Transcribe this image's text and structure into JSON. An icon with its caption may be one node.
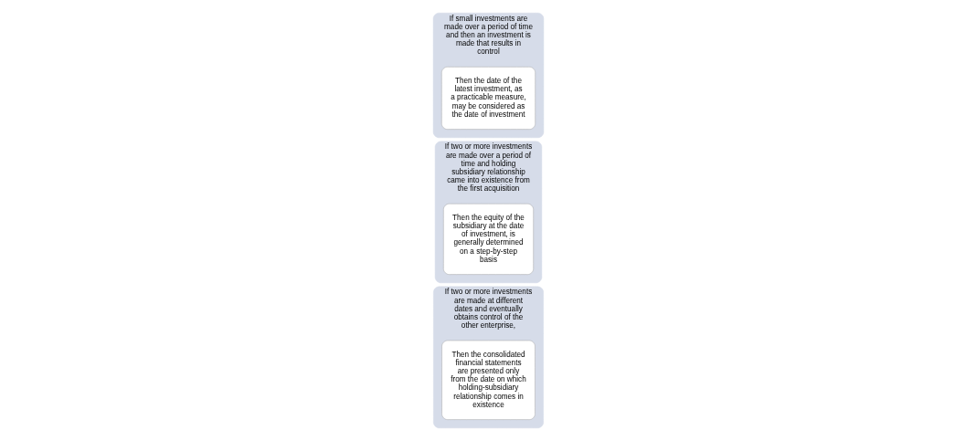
{
  "diagram": {
    "nodes": [
      {
        "text": [
          "If two or more investments are made at different dates and eventually obtains control of the other enterprise,"
        ]
      },
      {
        "text": [
          "Then the consolidated financial statements are presented only from the date on which holding-subsidiary relationship comes in existence"
        ],
        "in": 0
      },
      {
        "text": [
          "If two or more investments are made over a period of time and holding subsidiary relationship came into existence from the first acquisition"
        ]
      },
      {
        "text": [
          "Then the equity of the subsidiary at the date of investment, is generally determined on a step-by-step basis"
        ],
        "in": 2
      },
      {
        "text": [
          "If small investments are made over a period of time and then an investment is made that results in control"
        ]
      },
      {
        "text": [
          "Then the date of the latest investment, as a practicable measure, may be considered as the date of investment"
        ],
        "in": 4
      }
    ],
    "edges": []
  }
}
